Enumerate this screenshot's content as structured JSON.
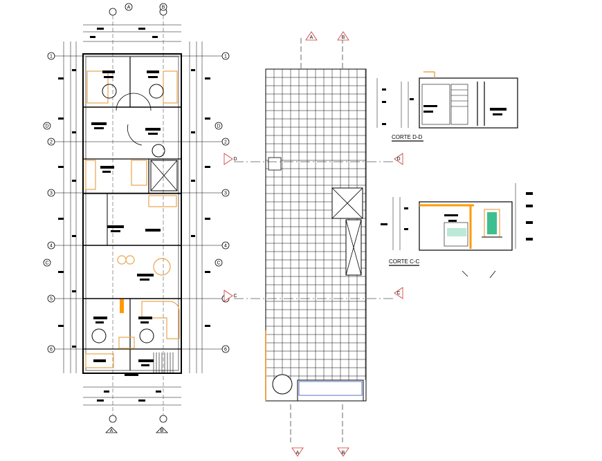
{
  "plan": {
    "grid_rows": [
      "1",
      "2",
      "3",
      "4",
      "5",
      "6"
    ],
    "grid_cols": [
      "A",
      "B"
    ],
    "cut_marks_side": [
      "D",
      "C"
    ]
  },
  "section_d": {
    "title": "CORTE D-D"
  },
  "section_c": {
    "title": "CORTE C-C"
  },
  "colors": {
    "line": "#000000",
    "furniture": "#e8a44a",
    "accent": "#ff9a00",
    "water": "#3fbf8f"
  }
}
